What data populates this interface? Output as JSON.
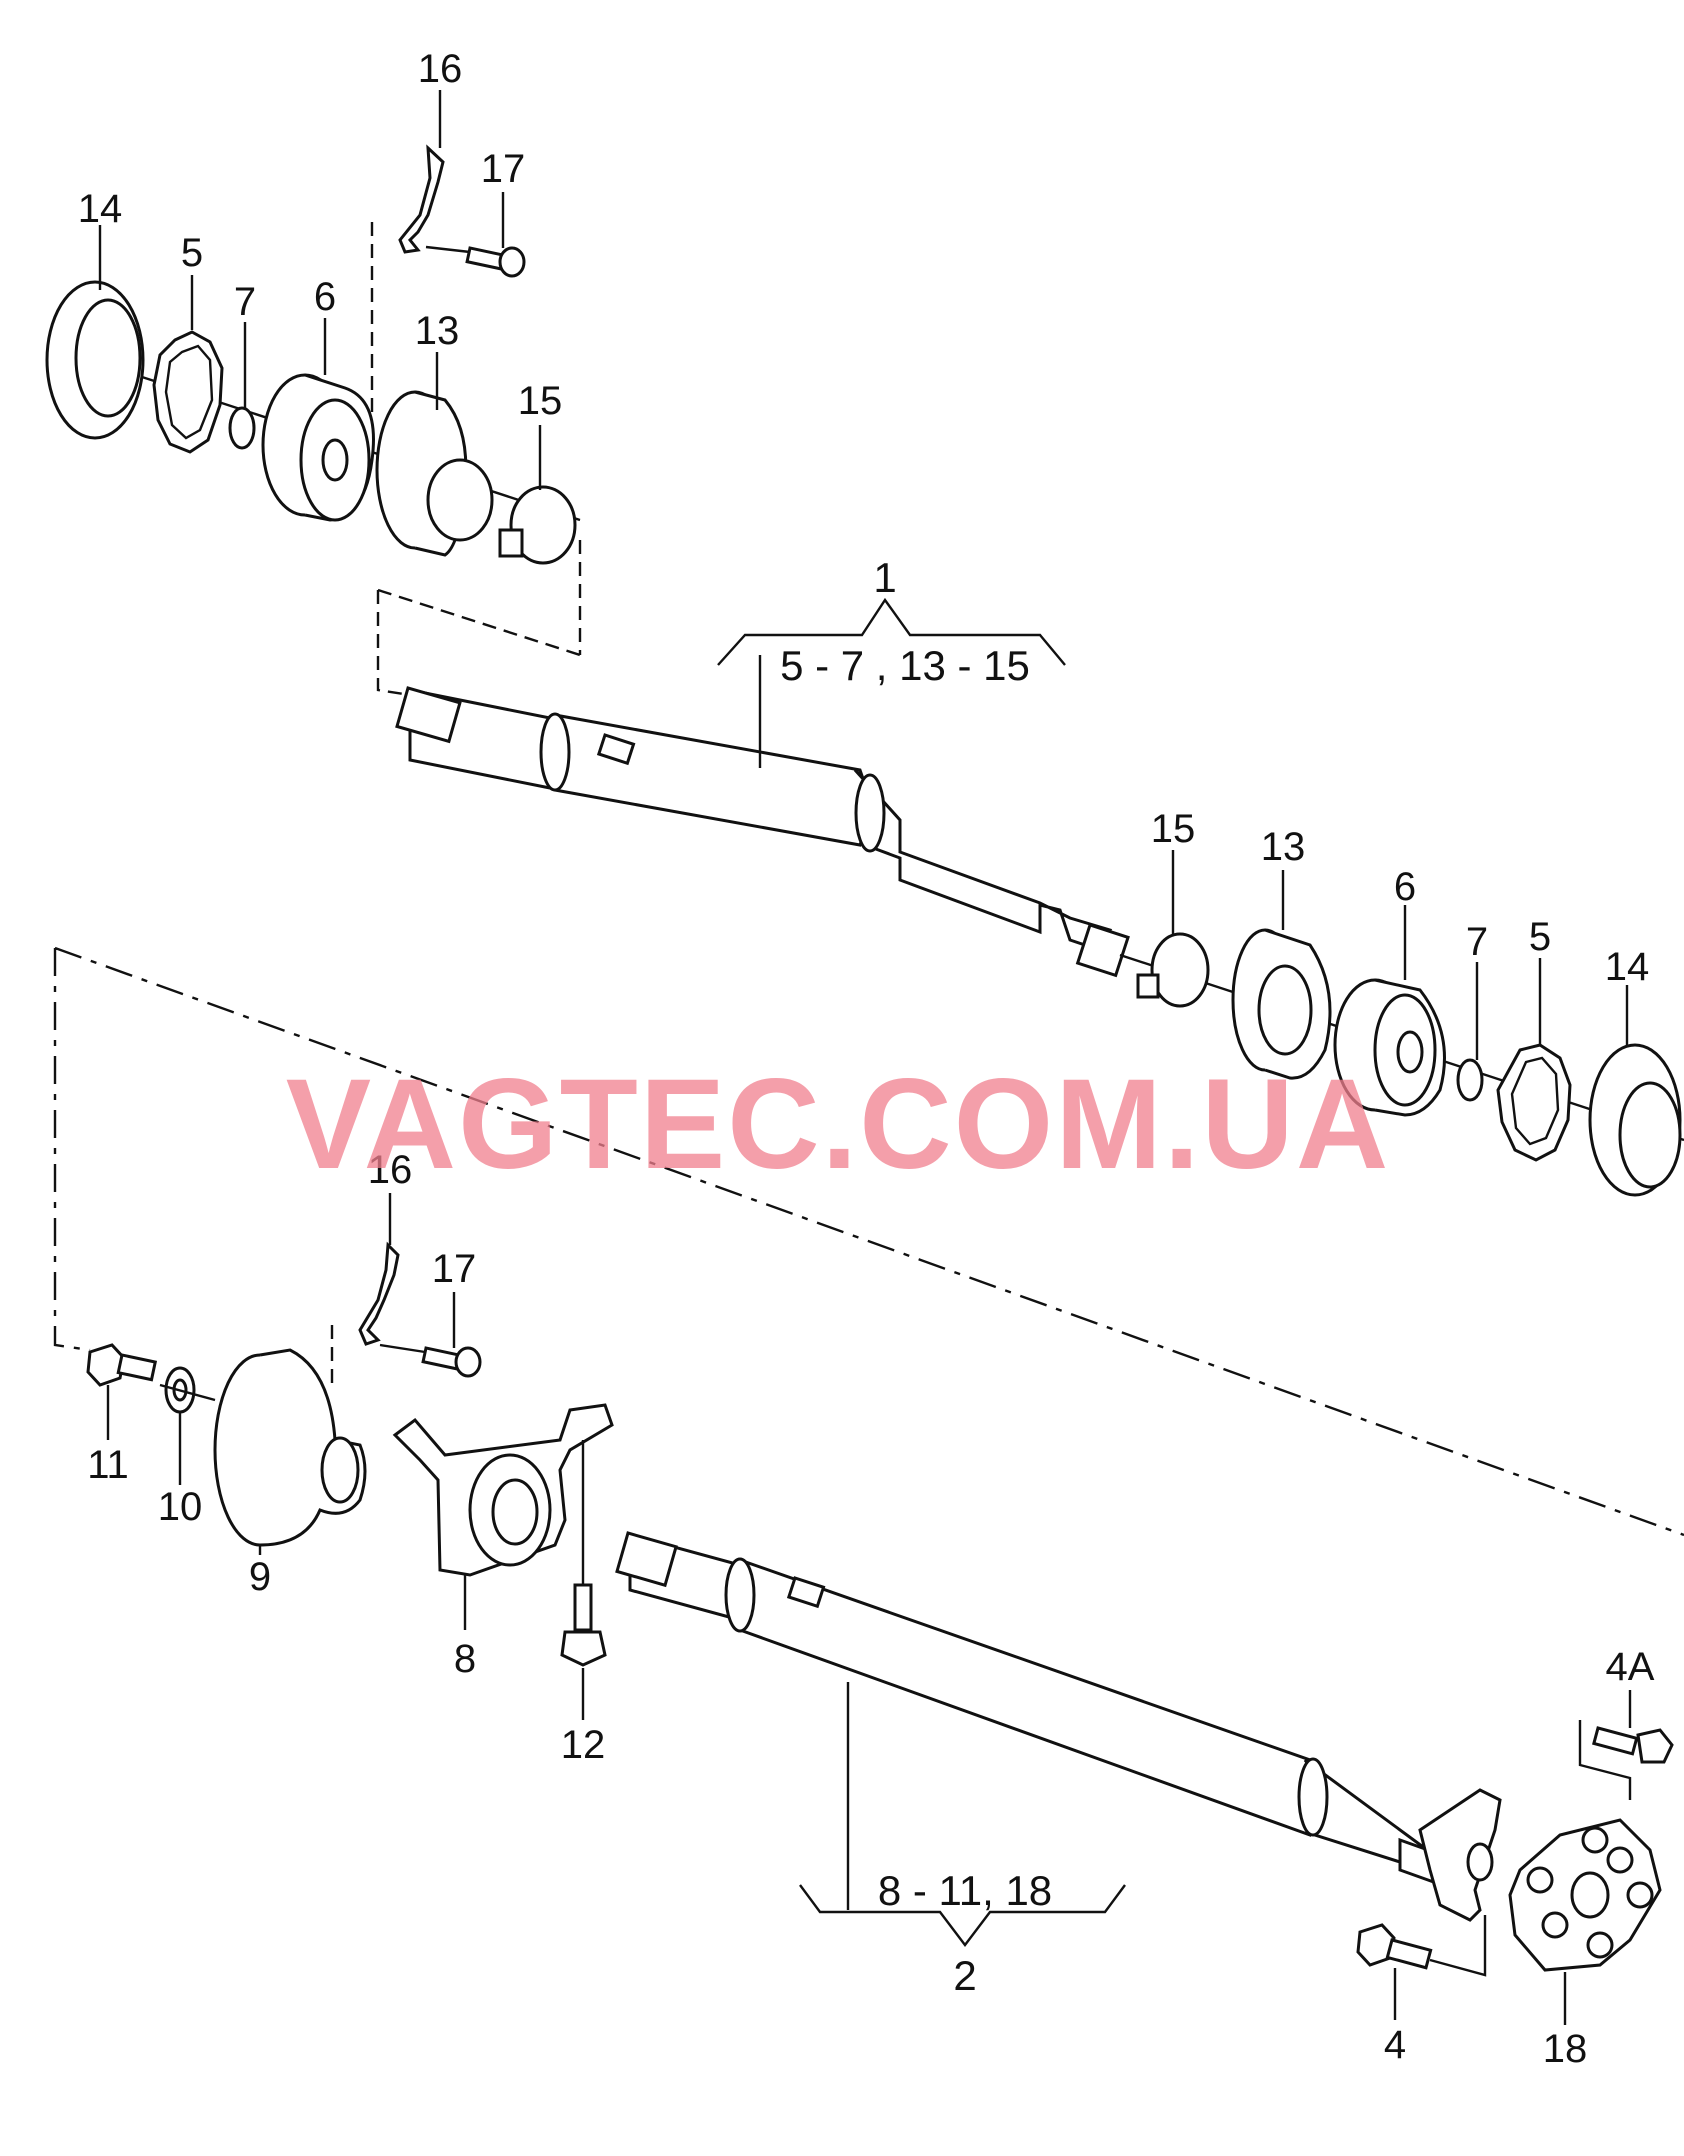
{
  "watermark": "VAGTEC.COM.UA",
  "labels": {
    "p14a": "14",
    "p5a": "5",
    "p7a": "7",
    "p6a": "6",
    "p13a": "13",
    "p15a": "15",
    "p16a": "16",
    "p17a": "17",
    "p15b": "15",
    "p13b": "13",
    "p6b": "6",
    "p7b": "7",
    "p5b": "5",
    "p14b": "14",
    "p16b": "16",
    "p17b": "17",
    "p11": "11",
    "p10": "10",
    "p9": "9",
    "p8": "8",
    "p12": "12",
    "p4a": "4A",
    "p4": "4",
    "p18": "18"
  },
  "groups": {
    "shaft1": {
      "number": "1",
      "range": "5 - 7 , 13 - 15"
    },
    "shaft2": {
      "number": "2",
      "range": "8 - 11,  18"
    }
  }
}
